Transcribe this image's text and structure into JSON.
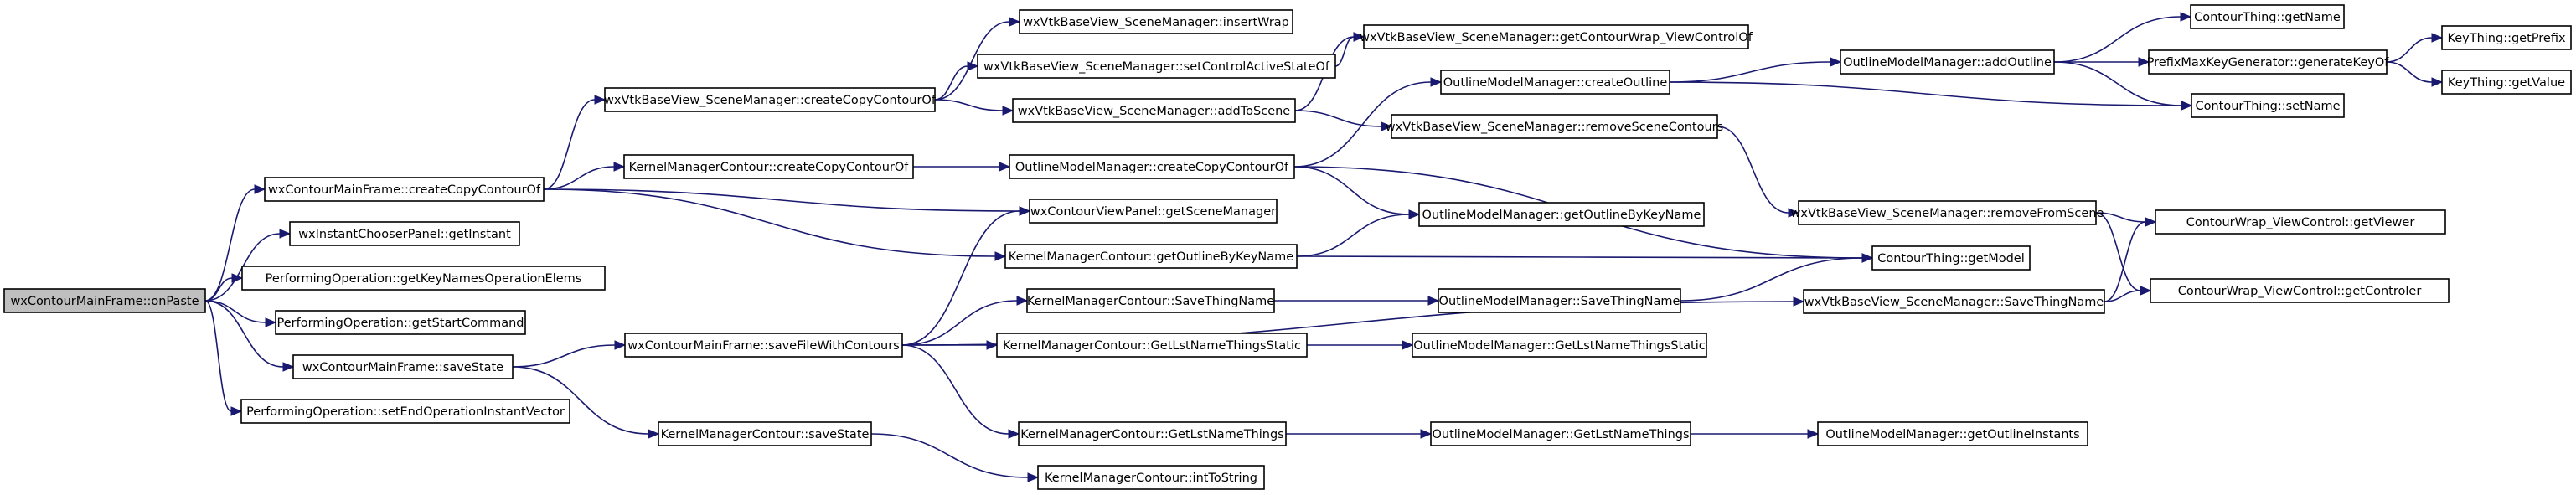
{
  "diagram": {
    "type": "call-graph",
    "nodes": [
      {
        "id": "n0",
        "label": "wxContourMainFrame::onPaste",
        "root": true
      },
      {
        "id": "n1",
        "label": "wxContourMainFrame::createCopyContourOf"
      },
      {
        "id": "n2",
        "label": "wxInstantChooserPanel::getInstant"
      },
      {
        "id": "n3",
        "label": "PerformingOperation::getKeyNamesOperationElems"
      },
      {
        "id": "n4",
        "label": "PerformingOperation::getStartCommand"
      },
      {
        "id": "n5",
        "label": "wxContourMainFrame::saveState"
      },
      {
        "id": "n6",
        "label": "PerformingOperation::setEndOperationInstantVector"
      },
      {
        "id": "n7",
        "label": "wxVtkBaseView_SceneManager::createCopyContourOf"
      },
      {
        "id": "n8",
        "label": "KernelManagerContour::createCopyContourOf"
      },
      {
        "id": "n9",
        "label": "wxContourViewPanel::getSceneManager"
      },
      {
        "id": "n10",
        "label": "KernelManagerContour::getOutlineByKeyName"
      },
      {
        "id": "n11",
        "label": "wxContourMainFrame::saveFileWithContours"
      },
      {
        "id": "n12",
        "label": "KernelManagerContour::saveState"
      },
      {
        "id": "n13",
        "label": "wxVtkBaseView_SceneManager::insertWrap"
      },
      {
        "id": "n14",
        "label": "wxVtkBaseView_SceneManager::setControlActiveStateOf"
      },
      {
        "id": "n15",
        "label": "wxVtkBaseView_SceneManager::addToScene"
      },
      {
        "id": "n16",
        "label": "OutlineModelManager::createCopyContourOf"
      },
      {
        "id": "n17",
        "label": "KernelManagerContour::SaveThingName"
      },
      {
        "id": "n18",
        "label": "KernelManagerContour::GetLstNameThingsStatic"
      },
      {
        "id": "n19",
        "label": "KernelManagerContour::GetLstNameThings"
      },
      {
        "id": "n20",
        "label": "KernelManagerContour::intToString"
      },
      {
        "id": "n21",
        "label": "wxVtkBaseView_SceneManager::getContourWrap_ViewControlOf"
      },
      {
        "id": "n22",
        "label": "OutlineModelManager::createOutline"
      },
      {
        "id": "n23",
        "label": "wxVtkBaseView_SceneManager::removeSceneContours"
      },
      {
        "id": "n24",
        "label": "OutlineModelManager::getOutlineByKeyName"
      },
      {
        "id": "n25",
        "label": "OutlineModelManager::SaveThingName"
      },
      {
        "id": "n26",
        "label": "OutlineModelManager::GetLstNameThingsStatic"
      },
      {
        "id": "n27",
        "label": "OutlineModelManager::GetLstNameThings"
      },
      {
        "id": "n28",
        "label": "OutlineModelManager::addOutline"
      },
      {
        "id": "n29",
        "label": "wxVtkBaseView_SceneManager::removeFromScene"
      },
      {
        "id": "n30",
        "label": "ContourThing::getModel"
      },
      {
        "id": "n31",
        "label": "wxVtkBaseView_SceneManager::SaveThingName"
      },
      {
        "id": "n32",
        "label": "OutlineModelManager::getOutlineInstants"
      },
      {
        "id": "n33",
        "label": "ContourThing::getName"
      },
      {
        "id": "n34",
        "label": "PrefixMaxKeyGenerator::generateKeyOf"
      },
      {
        "id": "n35",
        "label": "ContourThing::setName"
      },
      {
        "id": "n36",
        "label": "ContourWrap_ViewControl::getViewer"
      },
      {
        "id": "n37",
        "label": "ContourWrap_ViewControl::getControler"
      },
      {
        "id": "n38",
        "label": "KeyThing::getPrefix"
      },
      {
        "id": "n39",
        "label": "KeyThing::getValue"
      }
    ],
    "edges": [
      [
        "n0",
        "n1"
      ],
      [
        "n0",
        "n2"
      ],
      [
        "n0",
        "n3"
      ],
      [
        "n0",
        "n4"
      ],
      [
        "n0",
        "n5"
      ],
      [
        "n0",
        "n6"
      ],
      [
        "n1",
        "n7"
      ],
      [
        "n1",
        "n8"
      ],
      [
        "n1",
        "n9"
      ],
      [
        "n1",
        "n10"
      ],
      [
        "n5",
        "n11"
      ],
      [
        "n5",
        "n12"
      ],
      [
        "n7",
        "n13"
      ],
      [
        "n7",
        "n14"
      ],
      [
        "n7",
        "n15"
      ],
      [
        "n8",
        "n16"
      ],
      [
        "n11",
        "n9"
      ],
      [
        "n11",
        "n17"
      ],
      [
        "n11",
        "n18"
      ],
      [
        "n11",
        "n19"
      ],
      [
        "n11",
        "n31"
      ],
      [
        "n12",
        "n20"
      ],
      [
        "n15",
        "n21"
      ],
      [
        "n15",
        "n23"
      ],
      [
        "n14",
        "n21"
      ],
      [
        "n16",
        "n22"
      ],
      [
        "n16",
        "n24"
      ],
      [
        "n16",
        "n30"
      ],
      [
        "n10",
        "n24"
      ],
      [
        "n10",
        "n30"
      ],
      [
        "n17",
        "n25"
      ],
      [
        "n18",
        "n26"
      ],
      [
        "n19",
        "n27"
      ],
      [
        "n22",
        "n28"
      ],
      [
        "n22",
        "n35"
      ],
      [
        "n23",
        "n29"
      ],
      [
        "n25",
        "n30"
      ],
      [
        "n27",
        "n32"
      ],
      [
        "n28",
        "n33"
      ],
      [
        "n28",
        "n34"
      ],
      [
        "n28",
        "n35"
      ],
      [
        "n29",
        "n36"
      ],
      [
        "n29",
        "n37"
      ],
      [
        "n31",
        "n36"
      ],
      [
        "n31",
        "n37"
      ],
      [
        "n34",
        "n38"
      ],
      [
        "n34",
        "n39"
      ]
    ]
  }
}
